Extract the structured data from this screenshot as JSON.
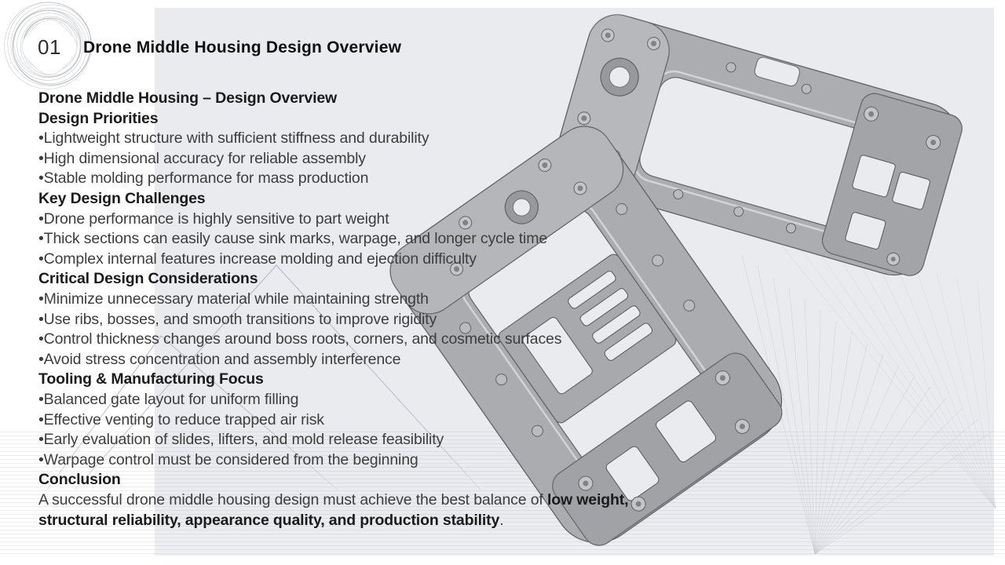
{
  "slide": {
    "badge_number": "01",
    "header_title": "Drone Middle Housing Design Overview"
  },
  "content": {
    "lines": [
      {
        "text": "Drone Middle Housing – Design Overview",
        "style": "heading"
      },
      {
        "text": "Design Priorities",
        "style": "heading"
      },
      {
        "text": "•Lightweight structure with sufficient stiffness and durability",
        "style": "bullet"
      },
      {
        "text": "•High dimensional accuracy for reliable assembly",
        "style": "bullet"
      },
      {
        "text": "•Stable molding performance for mass production",
        "style": "bullet"
      },
      {
        "text": "Key Design Challenges",
        "style": "heading"
      },
      {
        "text": "•Drone performance is highly sensitive to part weight",
        "style": "bullet"
      },
      {
        "text": "•Thick sections can easily cause sink marks, warpage, and longer cycle time",
        "style": "bullet"
      },
      {
        "text": "•Complex internal features increase molding and ejection difficulty",
        "style": "bullet"
      },
      {
        "text": "Critical Design Considerations",
        "style": "heading"
      },
      {
        "text": "•Minimize unnecessary material while maintaining strength",
        "style": "bullet"
      },
      {
        "text": "•Use ribs, bosses, and smooth transitions to improve rigidity",
        "style": "bullet"
      },
      {
        "text": "•Control thickness changes around boss roots, corners, and cosmetic surfaces",
        "style": "bullet"
      },
      {
        "text": "•Avoid stress concentration and assembly interference",
        "style": "bullet"
      },
      {
        "text": "Tooling & Manufacturing Focus",
        "style": "heading"
      },
      {
        "text": "•Balanced gate layout for uniform filling",
        "style": "bullet"
      },
      {
        "text": "•Effective venting to reduce trapped air risk",
        "style": "bullet"
      },
      {
        "text": "•Early evaluation of slides, lifters, and mold release feasibility",
        "style": "bullet"
      },
      {
        "text": "•Warpage control must be considered from the beginning",
        "style": "bullet"
      },
      {
        "text": "Conclusion",
        "style": "heading"
      }
    ],
    "conclusion": {
      "lead": "A successful drone middle housing design must achieve the best balance of ",
      "emphasis": "low weight, structural reliability, appearance quality, and production stability",
      "tail": "."
    }
  },
  "figures": {
    "top_model": "drone-middle-housing-cad-render-top-right",
    "bottom_model": "drone-middle-housing-cad-render-center"
  },
  "colors": {
    "panel_bg": "#e9ebee",
    "heading_text": "#1b1b1b",
    "body_text": "#3d3d3d",
    "model_fill": "#abadb0",
    "model_edge": "#606367"
  }
}
